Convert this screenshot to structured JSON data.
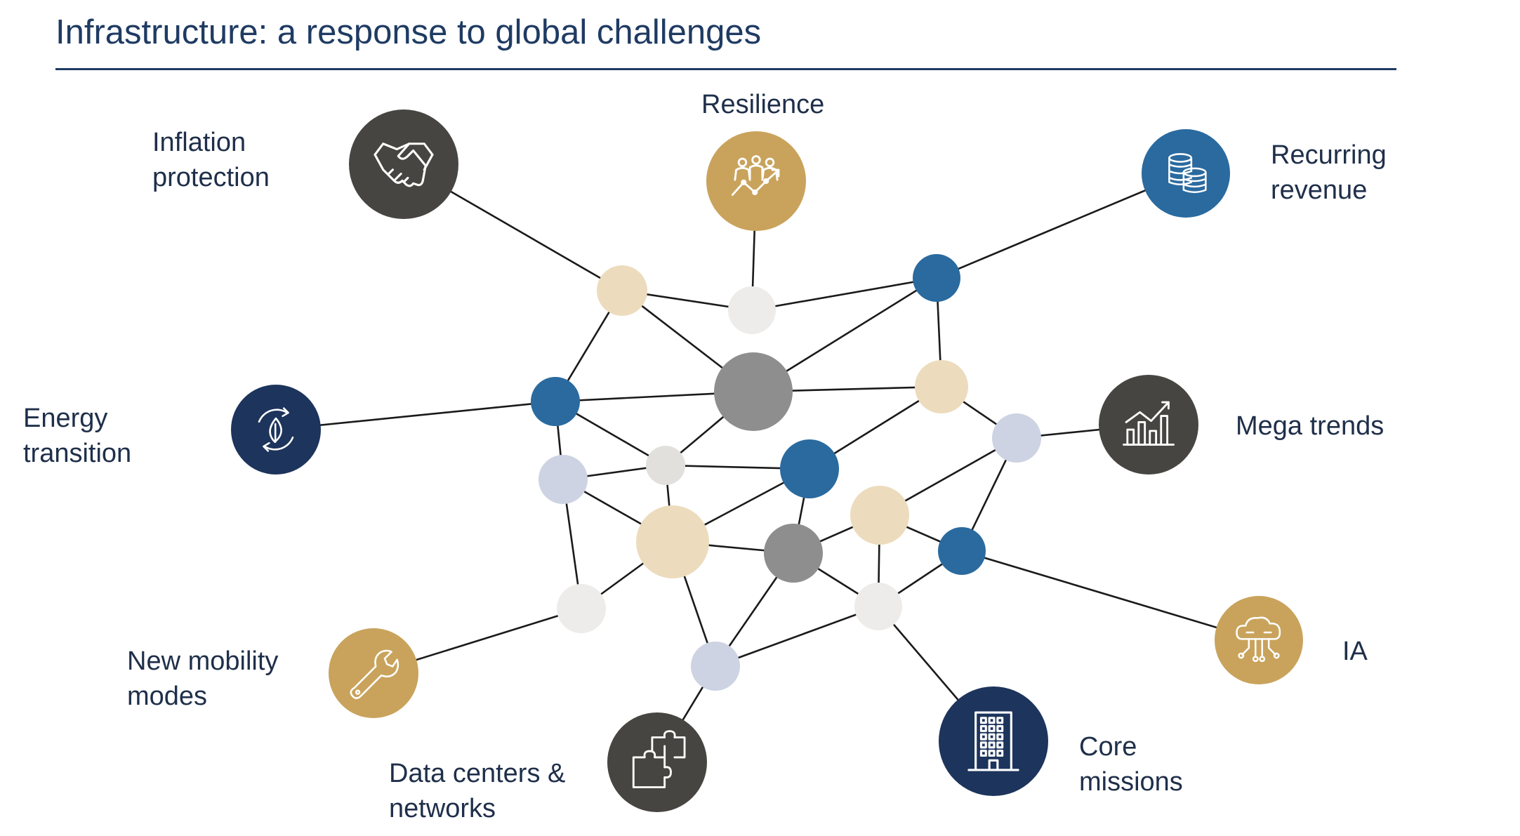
{
  "title": "Infrastructure: a response to global challenges",
  "colors": {
    "title": "#1f3b63",
    "dark_grey": "#474541",
    "gold": "#c9a35c",
    "blue": "#2a6a9f",
    "navy": "#1d345c",
    "tan": "#ecdcbd",
    "light_grey": "#eeecea",
    "light_blue": "#cdd3e2",
    "mid_grey": "#8f8e8e",
    "pale_grey": "#e2e0dc",
    "line": "#1a1a1a"
  },
  "themes": [
    {
      "id": "inflation",
      "label_lines": [
        "Inflation",
        "protection"
      ],
      "icon": "handshake-icon",
      "color": "dark_grey"
    },
    {
      "id": "resilience",
      "label_lines": [
        "Resilience"
      ],
      "icon": "resilience-team-chart-icon",
      "color": "gold"
    },
    {
      "id": "recurring",
      "label_lines": [
        "Recurring",
        "revenue"
      ],
      "icon": "coins-stack-icon",
      "color": "blue"
    },
    {
      "id": "energy",
      "label_lines": [
        "Energy",
        "transition"
      ],
      "icon": "recycle-leaf-icon",
      "color": "navy"
    },
    {
      "id": "mega",
      "label_lines": [
        "Mega trends"
      ],
      "icon": "bar-chart-trend-icon",
      "color": "dark_grey"
    },
    {
      "id": "ia",
      "label_lines": [
        "IA"
      ],
      "icon": "cloud-circuit-icon",
      "color": "gold"
    },
    {
      "id": "mobility",
      "label_lines": [
        "New mobility",
        "modes"
      ],
      "icon": "wrench-icon",
      "color": "gold"
    },
    {
      "id": "datacenters",
      "label_lines": [
        "Data centers &",
        "networks"
      ],
      "icon": "puzzle-icon",
      "color": "dark_grey"
    },
    {
      "id": "core",
      "label_lines": [
        "Core",
        "missions"
      ],
      "icon": "office-building-icon",
      "color": "navy"
    }
  ],
  "network": {
    "nodes": [
      {
        "id": "n1",
        "color": "tan"
      },
      {
        "id": "n2",
        "color": "light_grey"
      },
      {
        "id": "n3",
        "color": "blue"
      },
      {
        "id": "n4",
        "color": "blue"
      },
      {
        "id": "n5",
        "color": "mid_grey"
      },
      {
        "id": "n6",
        "color": "tan"
      },
      {
        "id": "n7",
        "color": "light_blue"
      },
      {
        "id": "n8",
        "color": "light_blue"
      },
      {
        "id": "n9",
        "color": "pale_grey"
      },
      {
        "id": "n10",
        "color": "blue"
      },
      {
        "id": "n11",
        "color": "tan"
      },
      {
        "id": "n12",
        "color": "tan"
      },
      {
        "id": "n13",
        "color": "mid_grey"
      },
      {
        "id": "n14",
        "color": "blue"
      },
      {
        "id": "n15",
        "color": "light_grey"
      },
      {
        "id": "n16",
        "color": "light_grey"
      },
      {
        "id": "n17",
        "color": "light_blue"
      }
    ],
    "edges": [
      [
        "inflation",
        "n1"
      ],
      [
        "resilience",
        "n2"
      ],
      [
        "recurring",
        "n3"
      ],
      [
        "energy",
        "n4"
      ],
      [
        "mega",
        "n8"
      ],
      [
        "ia",
        "n14"
      ],
      [
        "mobility",
        "n15"
      ],
      [
        "datacenters",
        "n17"
      ],
      [
        "core",
        "n16"
      ],
      [
        "n1",
        "n2"
      ],
      [
        "n2",
        "n3"
      ],
      [
        "n1",
        "n5"
      ],
      [
        "n1",
        "n4"
      ],
      [
        "n3",
        "n5"
      ],
      [
        "n3",
        "n6"
      ],
      [
        "n4",
        "n5"
      ],
      [
        "n5",
        "n6"
      ],
      [
        "n6",
        "n8"
      ],
      [
        "n6",
        "n10"
      ],
      [
        "n4",
        "n9"
      ],
      [
        "n4",
        "n7"
      ],
      [
        "n5",
        "n9"
      ],
      [
        "n9",
        "n7"
      ],
      [
        "n9",
        "n10"
      ],
      [
        "n7",
        "n12"
      ],
      [
        "n7",
        "n15"
      ],
      [
        "n9",
        "n12"
      ],
      [
        "n12",
        "n10"
      ],
      [
        "n10",
        "n13"
      ],
      [
        "n12",
        "n13"
      ],
      [
        "n12",
        "n15"
      ],
      [
        "n12",
        "n17"
      ],
      [
        "n13",
        "n17"
      ],
      [
        "n13",
        "n11"
      ],
      [
        "n13",
        "n16"
      ],
      [
        "n11",
        "n8"
      ],
      [
        "n11",
        "n14"
      ],
      [
        "n11",
        "n16"
      ],
      [
        "n8",
        "n14"
      ],
      [
        "n14",
        "n16"
      ],
      [
        "n16",
        "n17"
      ]
    ]
  }
}
